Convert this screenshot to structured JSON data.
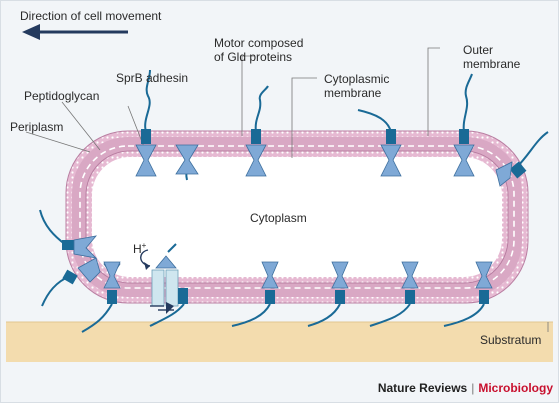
{
  "diagram": {
    "direction_label": "Direction of cell movement",
    "labels": {
      "motor": "Motor composed\nof Gld proteins",
      "outer_membrane": "Outer\nmembrane",
      "sprb": "SprB adhesin",
      "cytoplasmic_membrane": "Cytoplasmic\nmembrane",
      "peptidoglycan": "Peptidoglycan",
      "periplasm": "Periplasm",
      "cytoplasm": "Cytoplasm",
      "proton": "H",
      "proton_charge": "+",
      "substratum": "Substratum"
    },
    "colors": {
      "membrane_pink": "#d9a8c4",
      "adhesin": "#1a6a96",
      "motor_blue": "#7fa9d6",
      "substratum": "#f3dcae"
    }
  },
  "credit": {
    "journal": "Nature Reviews",
    "separator": "|",
    "subject": "Microbiology"
  }
}
